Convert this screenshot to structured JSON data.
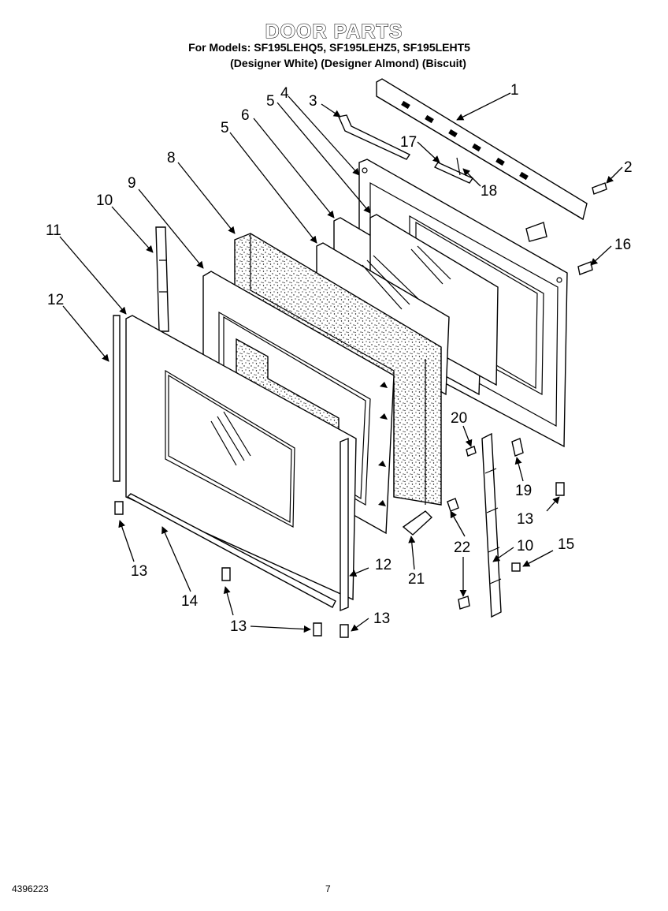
{
  "header": {
    "title": "DOOR PARTS",
    "models": "For Models: SF195LEHQ5, SF195LEHZ5, SF195LEHT5",
    "colors": "(Designer White) (Designer Almond) (Biscuit)"
  },
  "footer": {
    "doc_number": "4396223",
    "page_number": "7"
  },
  "callouts": {
    "c1": "1",
    "c2": "2",
    "c3": "3",
    "c4": "4",
    "c5a": "5",
    "c5b": "5",
    "c6": "6",
    "c8": "8",
    "c9": "9",
    "c10a": "10",
    "c10b": "10",
    "c11": "11",
    "c12a": "12",
    "c12b": "12",
    "c13a": "13",
    "c13b": "13",
    "c13c": "13",
    "c13d": "13",
    "c14": "14",
    "c15": "15",
    "c16": "16",
    "c17": "17",
    "c18": "18",
    "c19": "19",
    "c20": "20",
    "c21": "21",
    "c22": "22"
  }
}
